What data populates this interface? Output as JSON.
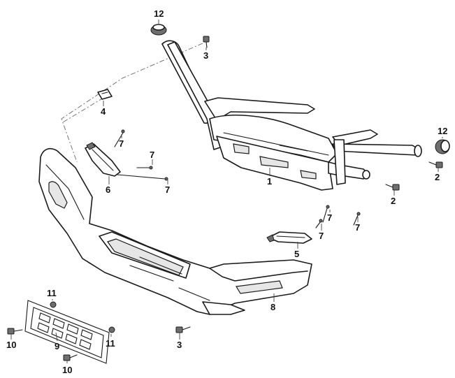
{
  "callouts": [
    {
      "id": "c12a",
      "label": "12"
    },
    {
      "id": "c3a",
      "label": "3"
    },
    {
      "id": "c4",
      "label": "4"
    },
    {
      "id": "c7a",
      "label": "7"
    },
    {
      "id": "c7b",
      "label": "7"
    },
    {
      "id": "c7c",
      "label": "7"
    },
    {
      "id": "c6",
      "label": "6"
    },
    {
      "id": "c1",
      "label": "1"
    },
    {
      "id": "c12b",
      "label": "12"
    },
    {
      "id": "c2a",
      "label": "2"
    },
    {
      "id": "c2b",
      "label": "2"
    },
    {
      "id": "c7d",
      "label": "7"
    },
    {
      "id": "c7e",
      "label": "7"
    },
    {
      "id": "c7f",
      "label": "7"
    },
    {
      "id": "c5",
      "label": "5"
    },
    {
      "id": "c8",
      "label": "8"
    },
    {
      "id": "c11a",
      "label": "11"
    },
    {
      "id": "c11b",
      "label": "11"
    },
    {
      "id": "c10a",
      "label": "10"
    },
    {
      "id": "c9",
      "label": "9"
    },
    {
      "id": "c10b",
      "label": "10"
    },
    {
      "id": "c3b",
      "label": "3"
    }
  ]
}
